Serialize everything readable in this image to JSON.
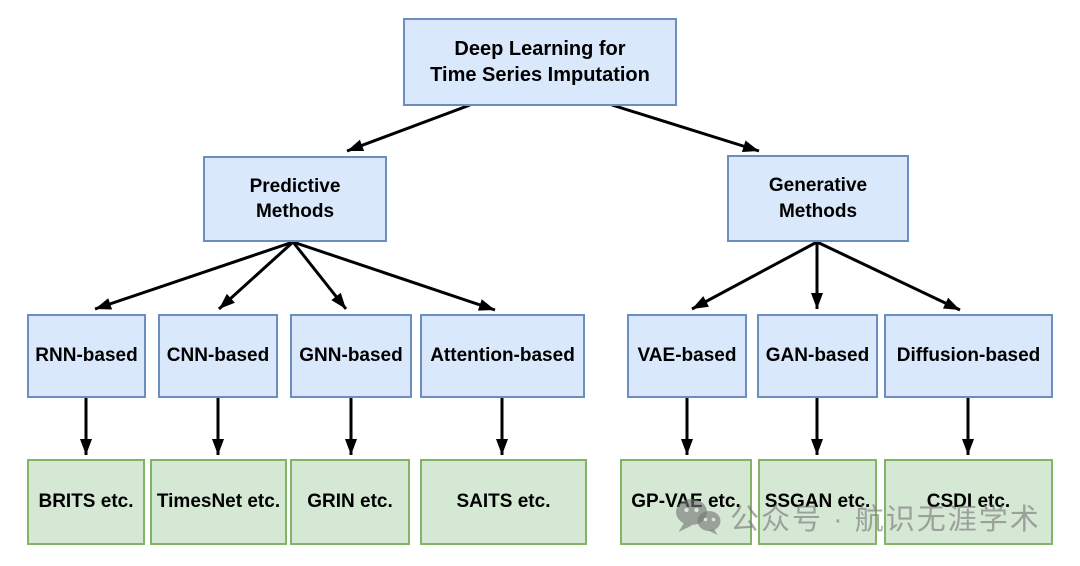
{
  "nodes": {
    "root": {
      "label": "Deep Learning for\nTime Series Imputation"
    },
    "predictive": {
      "label": "Predictive\nMethods"
    },
    "generative": {
      "label": "Generative\nMethods"
    }
  },
  "categories": [
    {
      "label": "RNN-based",
      "example": "BRITS etc."
    },
    {
      "label": "CNN-based",
      "example": "TimesNet etc."
    },
    {
      "label": "GNN-based",
      "example": "GRIN etc."
    },
    {
      "label": "Attention-based",
      "example": "SAITS etc."
    },
    {
      "label": "VAE-based",
      "example": "GP-VAE etc."
    },
    {
      "label": "GAN-based",
      "example": "SSGAN etc."
    },
    {
      "label": "Diffusion-based",
      "example": "CSDI etc."
    }
  ],
  "colors": {
    "node_fill_blue": "#dae8fc",
    "node_border_blue": "#6c8ebf",
    "node_fill_green": "#d5e8d4",
    "node_border_green": "#82b366",
    "edge": "#000000",
    "watermark": "#767676"
  },
  "watermark": {
    "icon": "wechat-icon",
    "text": "公众号 · 航识无涯学术"
  }
}
